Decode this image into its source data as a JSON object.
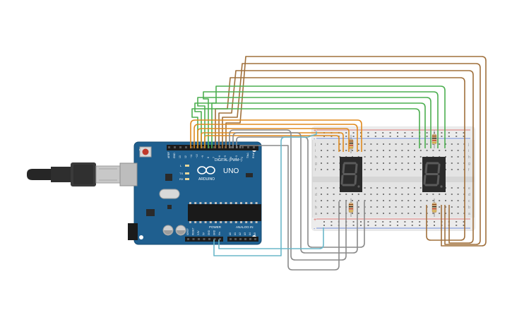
{
  "board": {
    "brand": "ARDUINO",
    "model": "UNO",
    "digital_header": "DIGITAL (PWM~)",
    "power_header": "POWER",
    "analog_header": "ANALOG IN",
    "led_labels": [
      "L",
      "TX",
      "RX"
    ],
    "pin_labels_top": [
      "AREF",
      "GND",
      "13",
      "12",
      "~11",
      "~10",
      "~9",
      "8",
      "7",
      "~6",
      "~5",
      "4",
      "~3",
      "2",
      "TX▸1",
      "RX◂0"
    ],
    "pin_labels_bottom": [
      "IOREF",
      "RESET",
      "3.3V",
      "5V",
      "GND",
      "GND",
      "Vin",
      "A0",
      "A1",
      "A2",
      "A3",
      "A4",
      "A5"
    ],
    "icsp_label": "ICSP"
  },
  "breadboard": {
    "row_letters_top": [
      "j",
      "i",
      "h",
      "g",
      "f"
    ],
    "row_letters_bottom": [
      "e",
      "d",
      "c",
      "b",
      "a"
    ],
    "rail_plus": "+",
    "rail_minus": "-"
  },
  "displays": [
    {
      "name": "seven-segment-left"
    },
    {
      "name": "seven-segment-right"
    }
  ],
  "colors": {
    "wire_brown": "#a0703c",
    "wire_green": "#4caf50",
    "wire_orange": "#e08a1e",
    "wire_gray": "#8a8a8a",
    "wire_cyan": "#6ab7c9",
    "board_blue": "#1f5f8f",
    "breadboard": "#e4e4e4"
  }
}
